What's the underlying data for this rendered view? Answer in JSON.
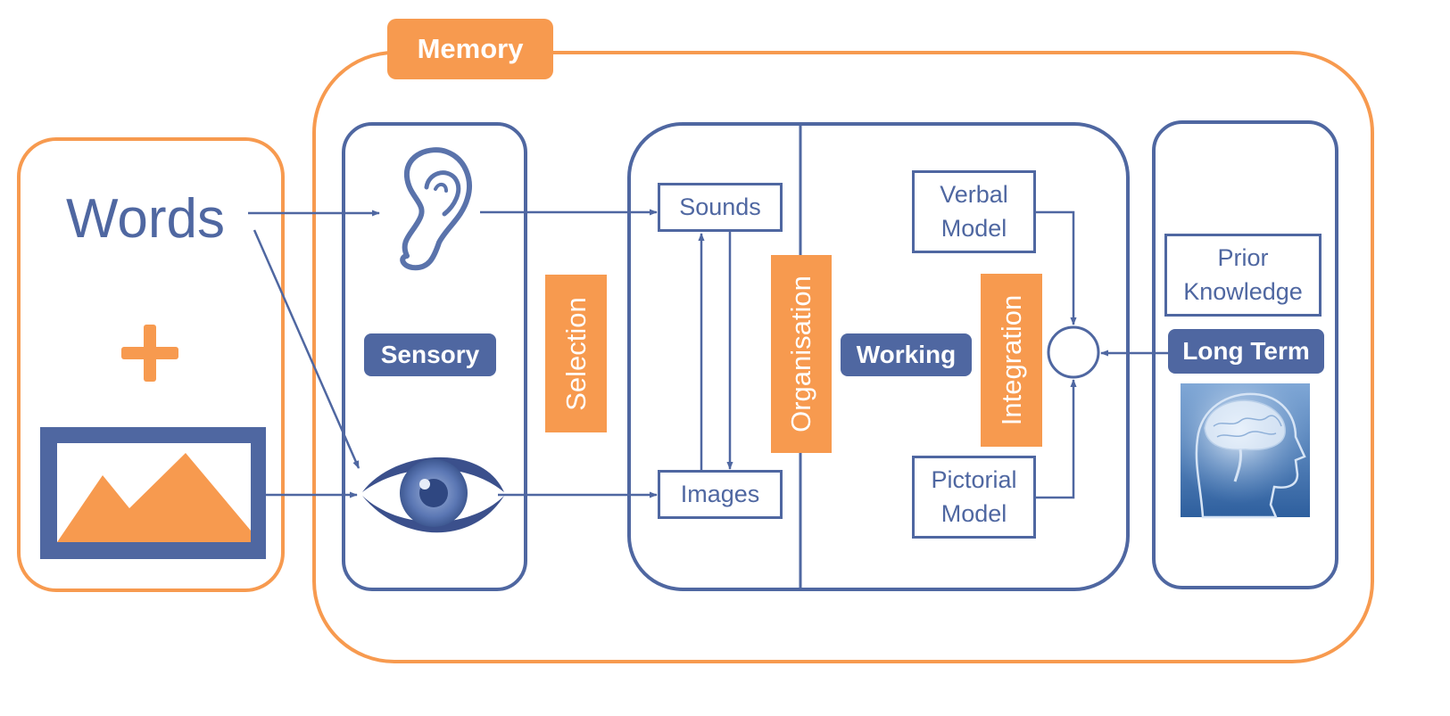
{
  "colors": {
    "orange": "#f79a4f",
    "blue": "#4f67a1"
  },
  "input": {
    "words": "Words",
    "plus_icon": "plus-icon",
    "picture_icon": "mountain-picture-icon"
  },
  "memory": {
    "title": "Memory",
    "sensory": {
      "label": "Sensory",
      "ear_icon": "ear-icon",
      "eye_icon": "eye-icon"
    },
    "processes": {
      "selection": "Selection",
      "organisation": "Organisation",
      "integration": "Integration"
    },
    "working": {
      "label": "Working",
      "sounds": "Sounds",
      "images": "Images",
      "verbal_model": "Verbal Model",
      "pictorial_model": "Pictorial Model"
    },
    "long_term": {
      "label": "Long Term",
      "prior_knowledge": "Prior Knowledge",
      "brain_icon": "brain-head-icon"
    }
  }
}
